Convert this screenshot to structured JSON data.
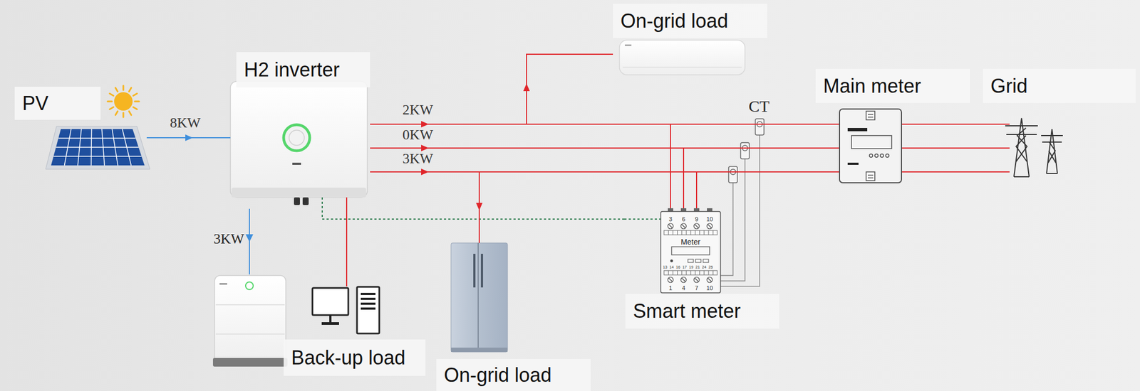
{
  "diagram": {
    "nodes": [
      {
        "text": [
          "PV"
        ]
      },
      {
        "text": [
          "H2 inverter"
        ]
      },
      {
        "text": [
          "On-grid load"
        ]
      },
      {
        "text": [
          "Main meter"
        ]
      },
      {
        "text": [
          "Grid"
        ]
      },
      {
        "text": [
          "Smart meter"
        ]
      },
      {
        "text": [
          "Back-up load"
        ]
      },
      {
        "text": [
          "On-grid load"
        ]
      }
    ],
    "edges": [
      {
        "from": 0,
        "to": 1,
        "arrow": "to",
        "label": "8KW"
      },
      {
        "from": 1,
        "to": 2,
        "arrow": "to"
      },
      {
        "from": 1,
        "to": 3,
        "arrow": "to",
        "label": "2KW"
      },
      {
        "from": 1,
        "to": 3,
        "arrow": "to",
        "label": "0KW"
      },
      {
        "from": 1,
        "to": 3,
        "arrow": "to",
        "label": "3KW"
      },
      {
        "from": 3,
        "to": 4,
        "arrow": "none"
      },
      {
        "from": 1,
        "to": 5,
        "arrow": "none"
      },
      {
        "from": 1,
        "to": 6,
        "arrow": "none"
      },
      {
        "from": 1,
        "to": 7,
        "arrow": "to"
      }
    ],
    "labels": [
      "3KW",
      "CT",
      "Meter",
      "3",
      "6",
      "9",
      "10",
      "13",
      "14",
      "16",
      "17",
      "19",
      "21",
      "24",
      "25",
      "1",
      "4",
      "7",
      "10"
    ]
  }
}
